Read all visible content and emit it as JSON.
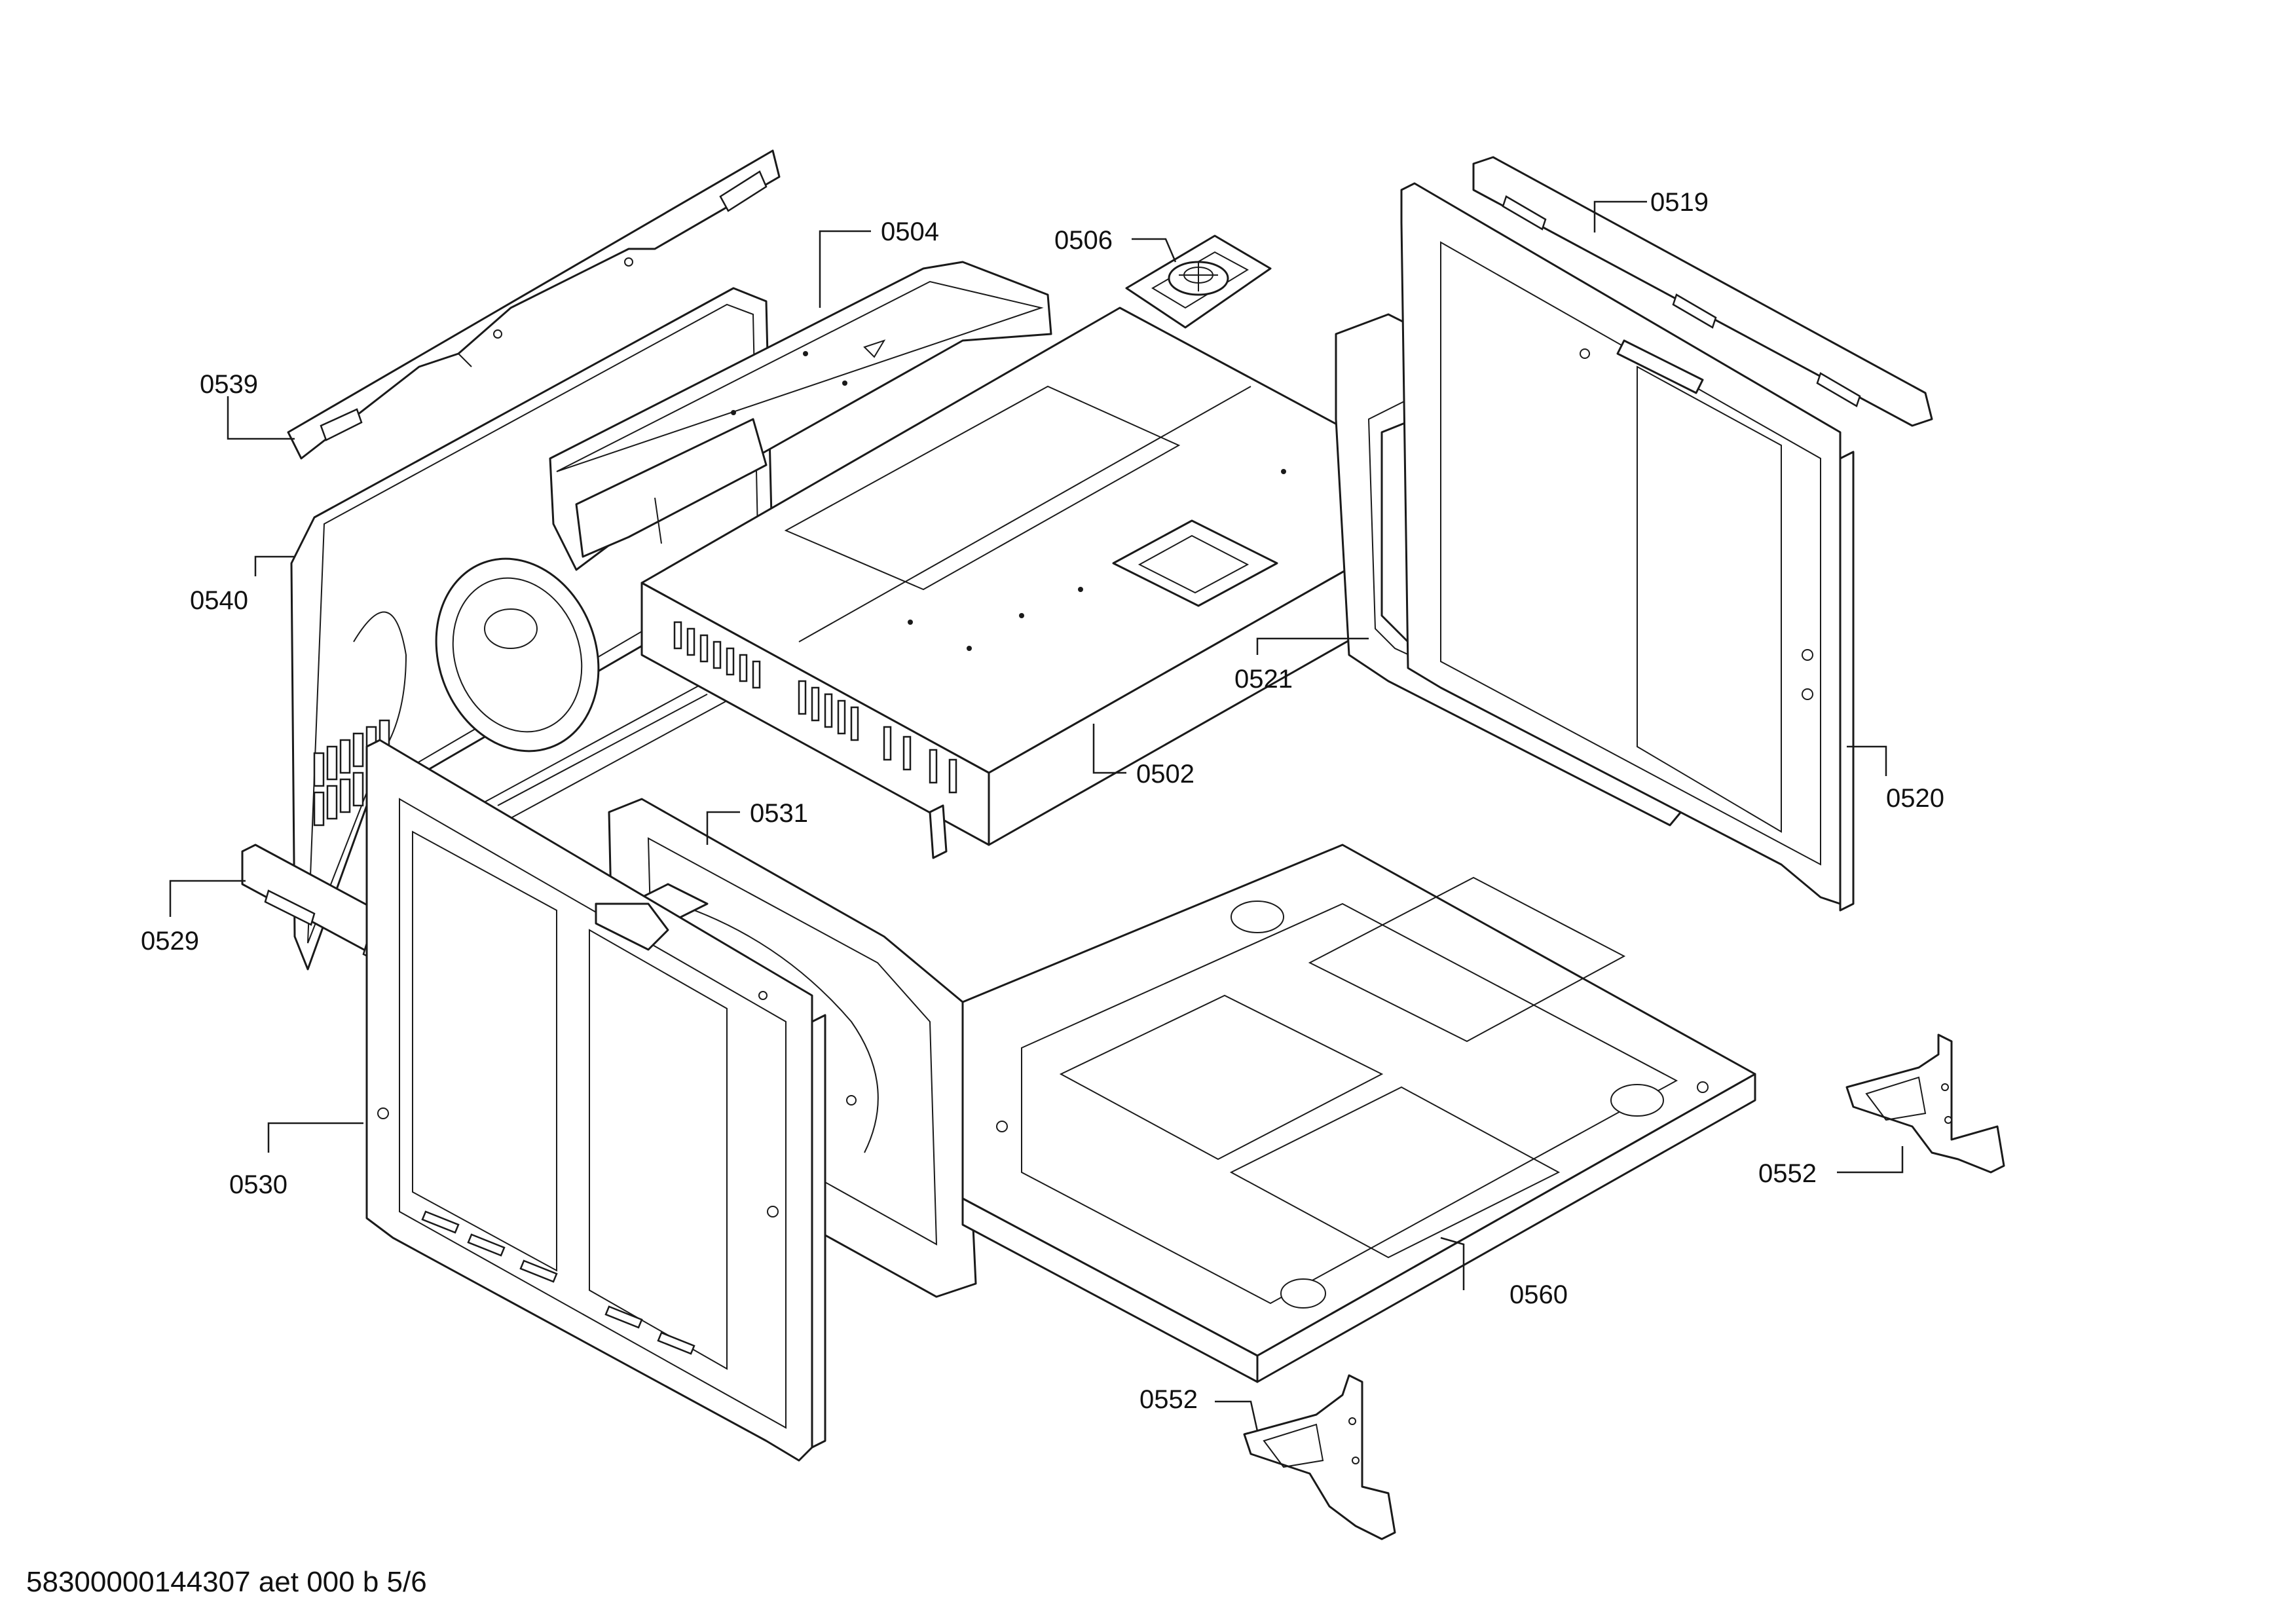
{
  "document": {
    "footer_text": "58300000144307 aet 000 b 5/6"
  },
  "callouts": [
    {
      "id": "0504",
      "text": "0504"
    },
    {
      "id": "0506",
      "text": "0506"
    },
    {
      "id": "0519",
      "text": "0519"
    },
    {
      "id": "0539",
      "text": "0539"
    },
    {
      "id": "0540",
      "text": "0540"
    },
    {
      "id": "0521",
      "text": "0521"
    },
    {
      "id": "0502",
      "text": "0502"
    },
    {
      "id": "0520",
      "text": "0520"
    },
    {
      "id": "0531",
      "text": "0531"
    },
    {
      "id": "0529",
      "text": "0529"
    },
    {
      "id": "0530",
      "text": "0530"
    },
    {
      "id": "0552a",
      "text": "0552"
    },
    {
      "id": "0560",
      "text": "0560"
    },
    {
      "id": "0552b",
      "text": "0552"
    }
  ]
}
